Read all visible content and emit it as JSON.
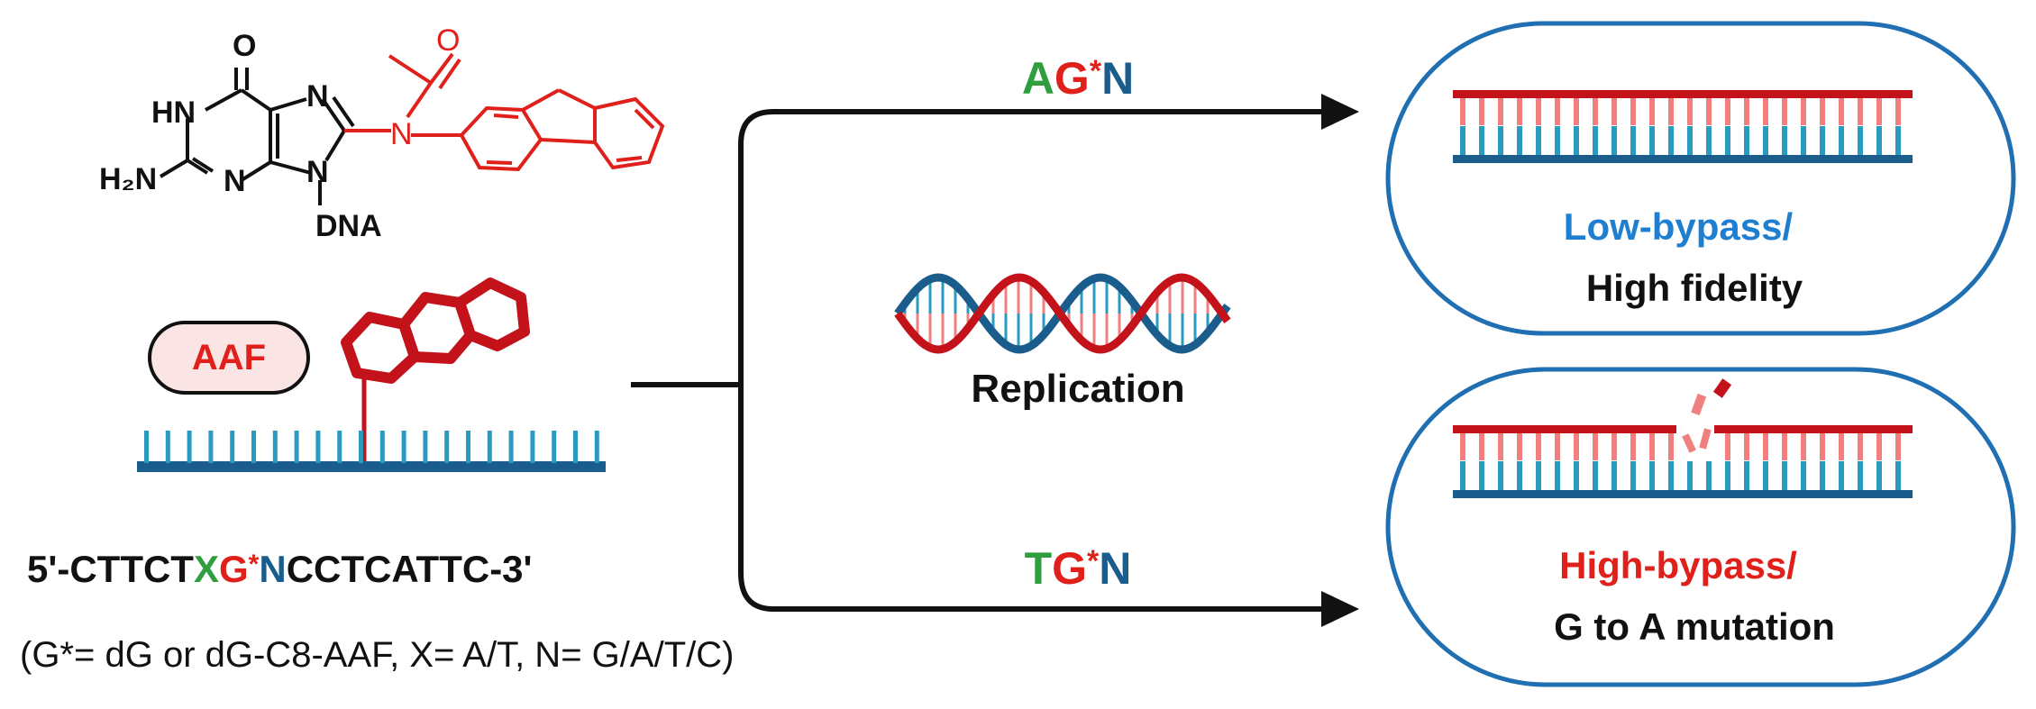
{
  "molecule": {
    "o_carbonyl": "O",
    "o_acetyl": "O",
    "hn": "HN",
    "n7": "N",
    "n_acetamide": "N",
    "h2n": "H₂N",
    "n3": "N",
    "n9": "N",
    "dna": "DNA"
  },
  "aaf_label": "AAF",
  "sequence": {
    "prefix": "5'-CTTCT",
    "x": "X",
    "g": "G",
    "star": "*",
    "n": "N",
    "suffix": "CCTCATTC-3'"
  },
  "legend_text": "(G*= dG or dG-C8-AAF, X= A/T, N= G/A/T/C)",
  "top_branch": {
    "a": "A",
    "g": "G",
    "star": "*",
    "n": "N"
  },
  "bottom_branch": {
    "t": "T",
    "g": "G",
    "star": "*",
    "n": "N"
  },
  "center_label": "Replication",
  "outcome_top": {
    "line1": "Low-bypass/",
    "line2": "High fidelity"
  },
  "outcome_bottom": {
    "line1": "High-bypass/",
    "line2": "G to A mutation"
  },
  "colors": {
    "red": "#e0201b",
    "dark_red": "#c3121a",
    "blue": "#1f6fb2",
    "dark_blue": "#1a5c8c",
    "teal": "#2a9bc0",
    "green": "#2e9e3e",
    "pink_fill": "#fbe4e4",
    "light_red": "#f08080",
    "text_blue": "#1e7fd0"
  }
}
